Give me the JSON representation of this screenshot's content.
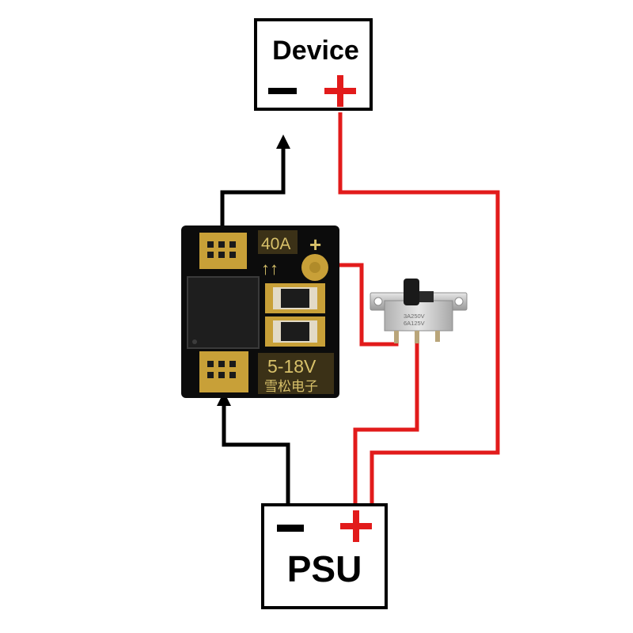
{
  "device": {
    "label": "Device",
    "minus": "−",
    "plus": "+"
  },
  "psu": {
    "label": "PSU",
    "minus": "−",
    "plus": "+"
  },
  "board": {
    "current_rating": "40A",
    "voltage_range": "5-18V",
    "plus_mark": "+",
    "arrows": "↑↑",
    "maker": "雪松电子"
  },
  "switch": {
    "rating_1": "3A250V",
    "rating_2": "6A125V"
  },
  "colors": {
    "positive_wire": "#e21b1b",
    "negative_wire": "#000000",
    "pcb": "#0c0c0c",
    "pcb_text": "#d8c16a",
    "pad": "#c8a038"
  },
  "icons": [
    "arrow-up-icon",
    "plus-icon",
    "minus-icon"
  ]
}
